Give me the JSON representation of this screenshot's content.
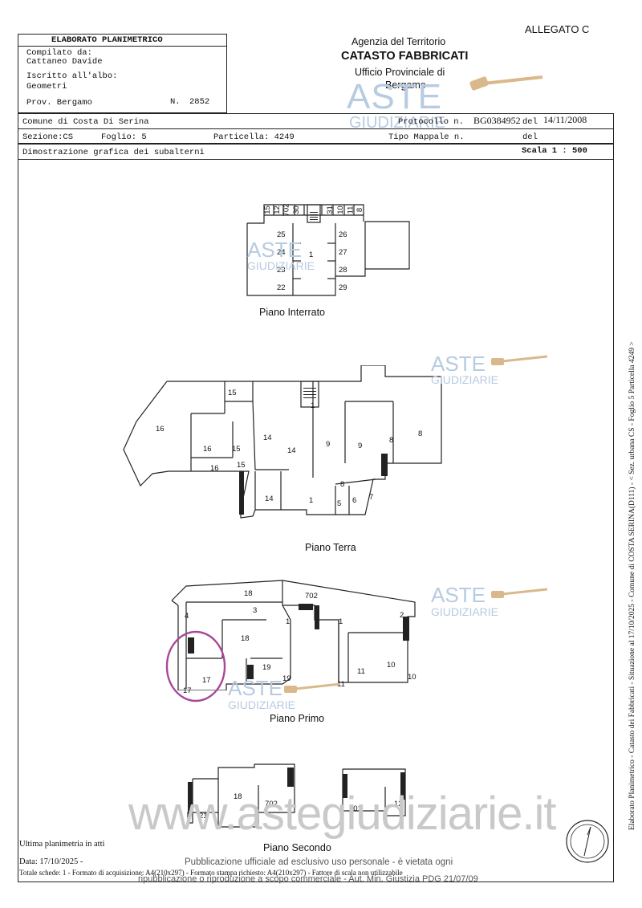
{
  "header": {
    "allegato": "ALLEGATO C",
    "elaborato_title": "ELABORATO PLANIMETRICO",
    "compilato_label": "Compilato da:",
    "compilato_name": "Cattaneo Davide",
    "iscritto_label": "Iscritto all'albo:",
    "iscritto_value": "Geometri",
    "prov_label": "Prov. Bergamo",
    "numero_label": "N.",
    "numero_value": "2852",
    "agency_line1": "Agenzia del Territorio",
    "agency_line2": "CATASTO FABBRICATI",
    "agency_line3": "Ufficio Provinciale di",
    "agency_line4": "Bergamo"
  },
  "info": {
    "comune": "Comune di Costa Di Serina",
    "sezione": "Sezione:CS",
    "foglio": "Foglio: 5",
    "particella": "Particella: 4249",
    "protocollo_label": "Protocollo n.",
    "protocollo_value": "BG0384952",
    "del_label": "del",
    "protocollo_date": "14/11/2008",
    "tipo_mappale_label": "Tipo Mappale n.",
    "del_label2": "del",
    "dimostrazione": "Dimostrazione grafica dei subalterni",
    "scala": "Scala 1 : 500"
  },
  "plans": {
    "interrato": {
      "label": "Piano Interrato",
      "top_numbers": [
        "15",
        "12",
        "702",
        "30",
        "31",
        "10",
        "11",
        "8"
      ],
      "left_numbers": [
        "25",
        "24",
        "23",
        "22"
      ],
      "right_numbers": [
        "26",
        "27",
        "28",
        "29"
      ],
      "center": "1"
    },
    "terra": {
      "label": "Piano Terra",
      "numbers": [
        "15",
        "16",
        "16",
        "15",
        "14",
        "14",
        "16",
        "15",
        "9",
        "9",
        "8",
        "8",
        "1",
        "14",
        "1",
        "8",
        "5",
        "6",
        "7"
      ]
    },
    "primo": {
      "label": "Piano Primo",
      "numbers": [
        "18",
        "702",
        "4",
        "3",
        "1",
        "1",
        "2",
        "18",
        "19",
        "19",
        "17",
        "17",
        "11",
        "10",
        "11",
        "10"
      ]
    },
    "secondo": {
      "label": "Piano Secondo",
      "numbers": [
        "18",
        "702",
        "21",
        "701",
        "12"
      ]
    }
  },
  "footer": {
    "ultima": "Ultima planimetria in atti",
    "data": "Data: 17/10/2025 - ",
    "totale": "Totale schede: 1 - Formato di acquisizione: A4(210x297) - Formato stampa richiesto: A4(210x297) - Fattore di scala non utilizzabile",
    "pubblicazione1": "Pubblicazione ufficiale ad esclusivo uso personale - è vietata ogni",
    "pubblicazione2": "ripubblicazione o riproduzione a scopo commerciale - Aut. Min. Giustizia PDG 21/07/09",
    "side_text": "Elaborato Planimetrico - Catasto dei Fabbricati - Situazione al 17/10/2025 - Comune di COSTA SERINA(D111) - < Sez. urbana CS - Foglio 5 Particella 4249 >"
  },
  "watermarks": {
    "aste": "ASTE",
    "giudiziarie": "GIUDIZIARIE",
    "site": "www.astegiudiziarie.it"
  },
  "colors": {
    "line": "#222222",
    "watermark": "#b7cbe1",
    "highlight_circle": "#a8489a"
  }
}
